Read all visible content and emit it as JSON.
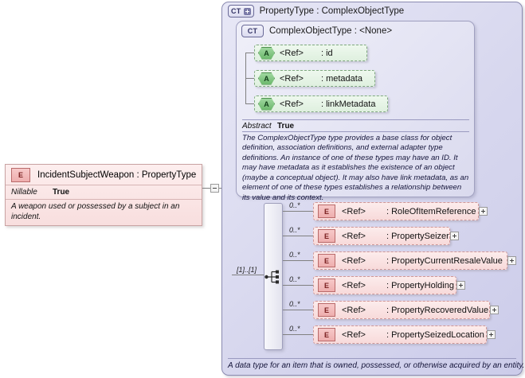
{
  "diagram": {
    "type": "xsd-schema-diagram",
    "colors": {
      "panel_background": "#dcdcee",
      "element_fill": "#f8dada",
      "element_badge": "#eeaeae",
      "attribute_fill": "#dff0df",
      "attribute_badge": "#6cb86c",
      "connector_line": "#808080",
      "panel_border": "#8b8bb0"
    }
  },
  "definition": {
    "badge": "E",
    "title": "IncidentSubjectWeapon : PropertyType",
    "property_key": "Nillable",
    "property_value": "True",
    "documentation": "A weapon used or possessed by a subject in an incident.",
    "collapse_toggle": "minus-toggle"
  },
  "outer_panel": {
    "badge": "CT",
    "badge_expander": "plus",
    "title": "PropertyType : ComplexObjectType",
    "caption": "A data type for an item that is owned, possessed, or otherwise acquired by an entity."
  },
  "inner_panel": {
    "badge": "CT",
    "title": "ComplexObjectType : <None>",
    "abstract_key": "Abstract",
    "abstract_value": "True",
    "documentation": "The ComplexObjectType type provides a base class for object definition, association definitions, and external adapter type definitions. An instance of one of these types may have an ID. It may have metadata as it establishes the existence of an object (maybe a conceptual object). It may also have link metadata, as an element of one of these types establishes a relationship between its value and its context."
  },
  "attributes": [
    {
      "badge": "A",
      "ref": "<Ref>",
      "name": ": id"
    },
    {
      "badge": "A",
      "ref": "<Ref>",
      "name": ": metadata"
    },
    {
      "badge": "A",
      "ref": "<Ref>",
      "name": ": linkMetadata"
    }
  ],
  "compositor": {
    "kind": "sequence",
    "cardinality": "[1]..[1]"
  },
  "elements": [
    {
      "badge": "E",
      "ref": "<Ref>",
      "name": ": RoleOfItemReference",
      "cardinality": "0..*",
      "expander": "plus"
    },
    {
      "badge": "E",
      "ref": "<Ref>",
      "name": ": PropertySeizer",
      "cardinality": "0..*",
      "expander": "plus"
    },
    {
      "badge": "E",
      "ref": "<Ref>",
      "name": ": PropertyCurrentResaleValue",
      "cardinality": "0..*",
      "expander": "plus"
    },
    {
      "badge": "E",
      "ref": "<Ref>",
      "name": ": PropertyHolding",
      "cardinality": "0..*",
      "expander": "plus"
    },
    {
      "badge": "E",
      "ref": "<Ref>",
      "name": ": PropertyRecoveredValue",
      "cardinality": "0..*",
      "expander": "plus"
    },
    {
      "badge": "E",
      "ref": "<Ref>",
      "name": ": PropertySeizedLocation",
      "cardinality": "0..*",
      "expander": "plus"
    }
  ]
}
